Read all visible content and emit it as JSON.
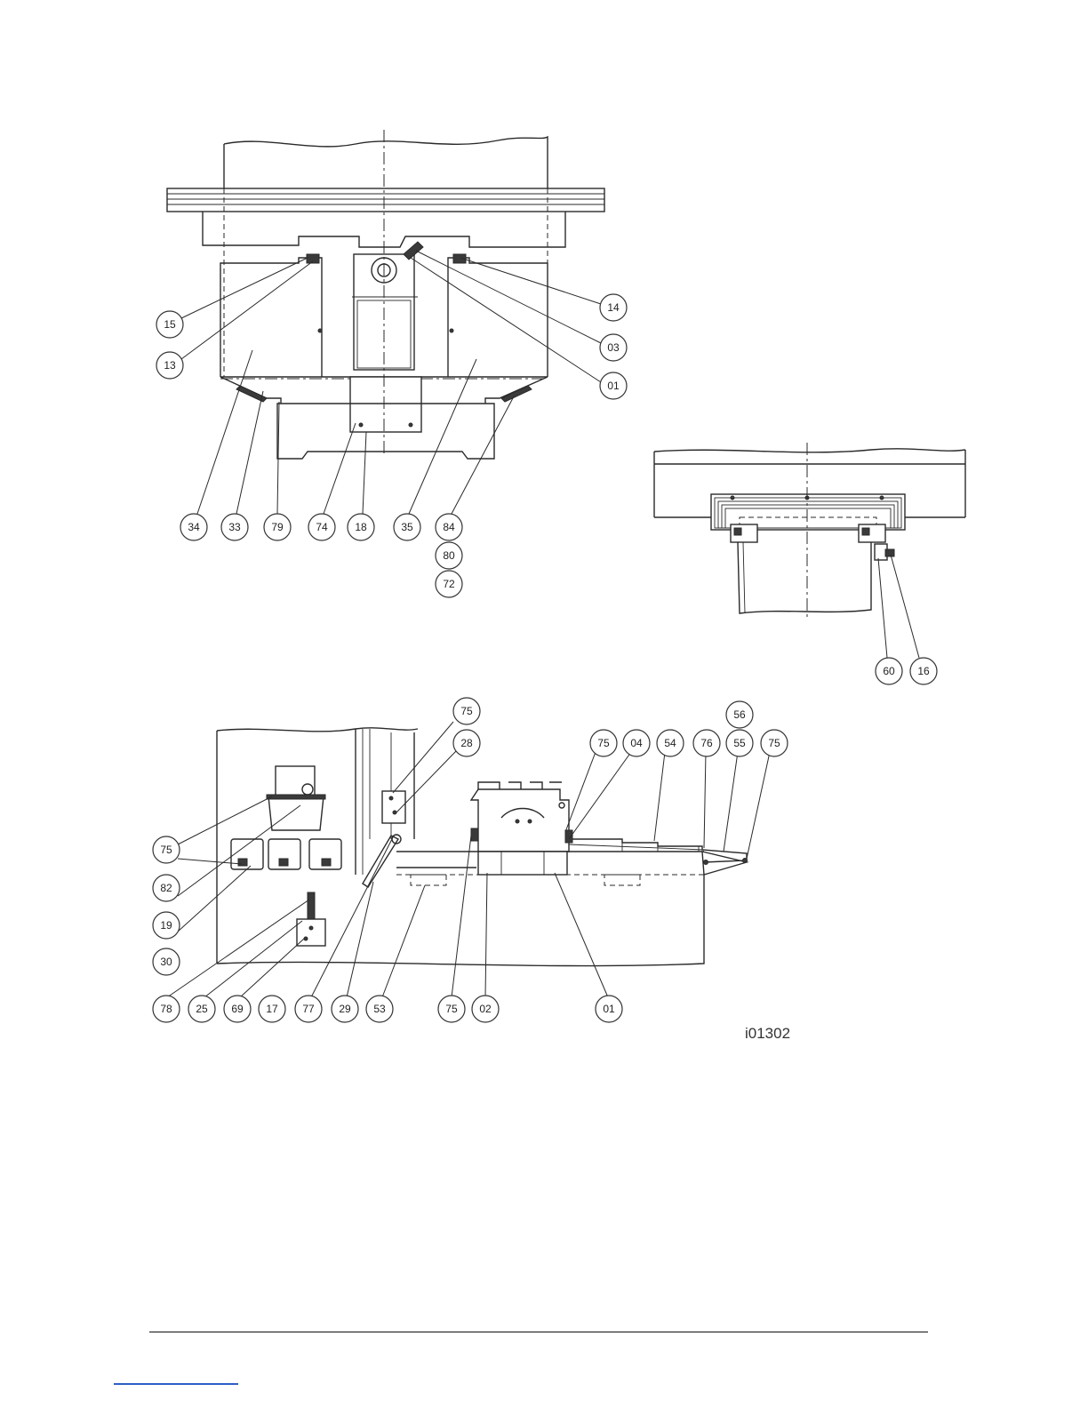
{
  "figure_ref": "i01302",
  "callouts": {
    "front_view": [
      "15",
      "13",
      "14",
      "03",
      "01",
      "34",
      "33",
      "79",
      "74",
      "18",
      "35",
      "84",
      "80",
      "72"
    ],
    "detail_view": [
      "60",
      "16"
    ],
    "side_view": [
      "75",
      "28",
      "56",
      "75",
      "04",
      "54",
      "76",
      "55",
      "75",
      "75",
      "82",
      "19",
      "30",
      "78",
      "25",
      "69",
      "17",
      "77",
      "29",
      "53",
      "75",
      "02",
      "01"
    ]
  },
  "colors": {
    "line": "#2a2a2a",
    "footer_link": "#2b5fc7"
  }
}
